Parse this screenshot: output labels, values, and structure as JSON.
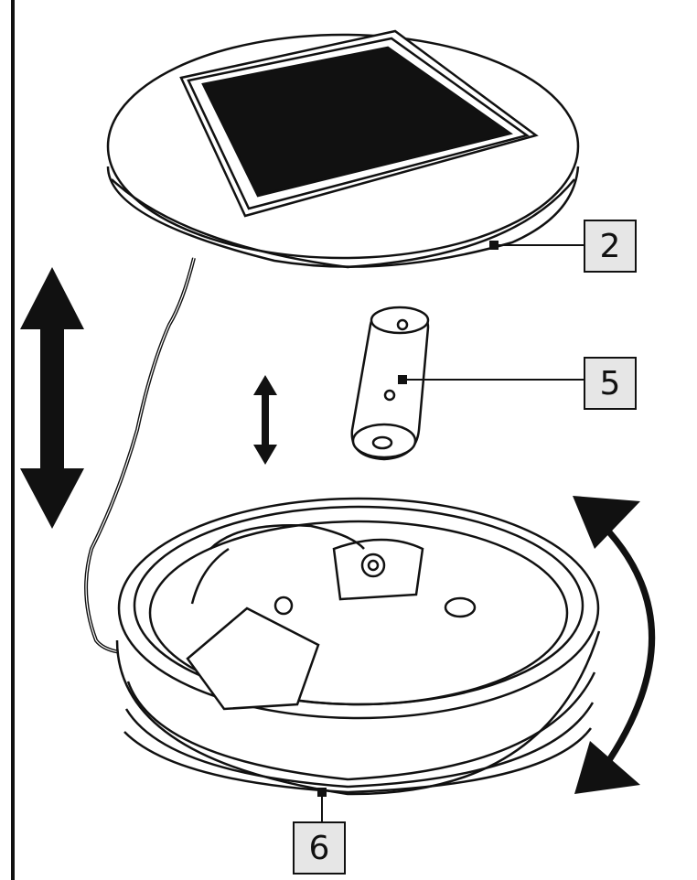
{
  "diagram": {
    "callouts": [
      {
        "id": "2",
        "label": "2",
        "part": "solar-lid"
      },
      {
        "id": "5",
        "label": "5",
        "part": "battery"
      },
      {
        "id": "6",
        "label": "6",
        "part": "base-housing"
      }
    ],
    "colors": {
      "line": "#111111",
      "panel": "#111111",
      "callout_fill": "#e6e6e6",
      "background": "#ffffff"
    },
    "icons": [
      "double-arrow-icon",
      "rotate-arrow-icon"
    ]
  }
}
